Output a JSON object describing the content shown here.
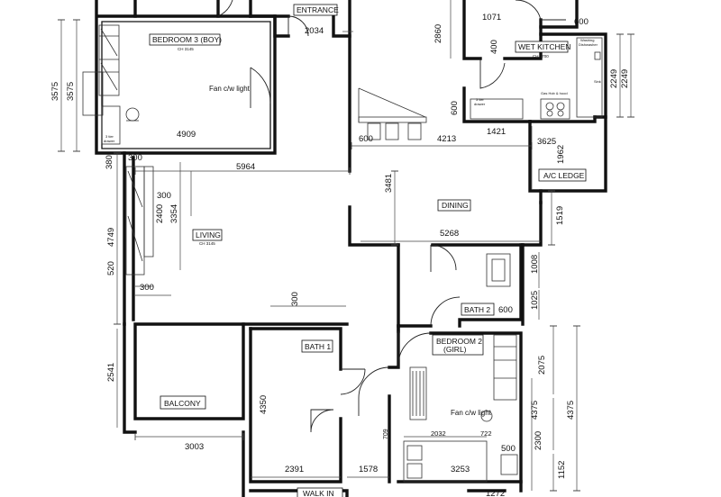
{
  "rooms": {
    "entrance": "ENTRANCE",
    "bedroom3": "BEDROOM 3 (BOY)",
    "bedroom3_ceiling": "CH 3145",
    "wet_kitchen": "WET KITCHEN",
    "wet_kitchen_ceiling": "CH 2700",
    "dining": "DINING",
    "living": "LIVING",
    "living_ceiling": "CH 3145",
    "ac_ledge": "A/C LEDGE",
    "bath2": "BATH 2",
    "bedroom2_line1": "BEDROOM 2",
    "bedroom2_line2": "(GIRL)",
    "bath1": "BATH 1",
    "balcony": "BALCONY",
    "walk_in": "WALK IN"
  },
  "notes": {
    "fan_bedroom3": "Fan c/w light",
    "fan_bedroom2": "Fan c/w light",
    "gas_hob": "Gas Hob & hood",
    "drawer_kitchen_line1": "3 tier",
    "drawer_kitchen_line2": "drawer",
    "drawer_bed_line1": "3 tier",
    "drawer_bed_line2": "drawer",
    "washing_machine_line1": "Washing",
    "washing_machine_line2": "Dishwasher",
    "sink": "Sink"
  },
  "dimensions": {
    "d_2034": "2034",
    "d_1071": "1071",
    "d_600_top": "600",
    "d_2860": "2860",
    "d_400": "400",
    "d_600_kitchen": "600",
    "d_2249a": "2249",
    "d_2249b": "2249",
    "d_3575a": "3575",
    "d_3575b": "3575",
    "d_4909": "4909",
    "d_600_mid": "600",
    "d_4213": "4213",
    "d_1421": "1421",
    "d_3625": "3625",
    "d_1962": "1962",
    "d_380": "380",
    "d_300_a": "300",
    "d_5964": "5964",
    "d_3481": "3481",
    "d_300_b": "300",
    "d_2400": "2400",
    "d_3354": "3354",
    "d_4749": "4749",
    "d_1519": "1519",
    "d_5268": "5268",
    "d_1008": "1008",
    "d_520": "520",
    "d_300_c": "300",
    "d_300_d": "300",
    "d_1025": "1025",
    "d_600_bath2": "600",
    "d_2541": "2541",
    "d_4350": "4350",
    "d_2075": "2075",
    "d_4375a": "4375",
    "d_4375b": "4375",
    "d_709": "709",
    "d_2032": "2032",
    "d_722": "722",
    "d_2300": "2300",
    "d_3003": "3003",
    "d_500": "500",
    "d_1152": "1152",
    "d_2391": "2391",
    "d_1578": "1578",
    "d_3253": "3253",
    "d_1272": "1272"
  }
}
